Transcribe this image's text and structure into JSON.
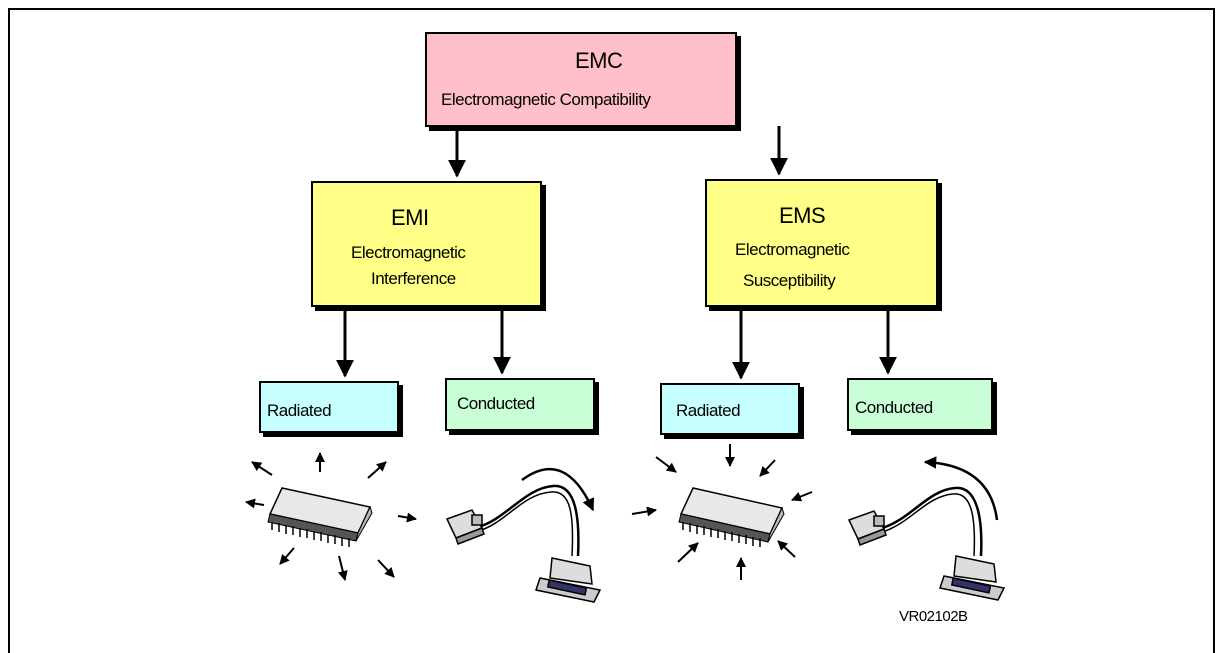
{
  "nodes": {
    "emc": {
      "title": "EMC",
      "subtitle": "Electromagnetic Compatibility",
      "color": "#ffc0cb"
    },
    "emi": {
      "title": "EMI",
      "line1": "Electromagnetic",
      "line2": "Interference",
      "color": "#ffff88"
    },
    "ems": {
      "title": "EMS",
      "line1": "Electromagnetic",
      "line2": "Susceptibility",
      "color": "#ffff88"
    },
    "emi_radiated": {
      "label": "Radiated",
      "color": "#c6ffff"
    },
    "emi_conducted": {
      "label": "Conducted",
      "color": "#c9ffd6"
    },
    "ems_radiated": {
      "label": "Radiated",
      "color": "#c6ffff"
    },
    "ems_conducted": {
      "label": "Conducted",
      "color": "#c9ffd6"
    }
  },
  "edges": [
    {
      "from": "emc",
      "to": "emi"
    },
    {
      "from": "emc",
      "to": "ems"
    },
    {
      "from": "emi",
      "to": "emi_radiated"
    },
    {
      "from": "emi",
      "to": "emi_conducted"
    },
    {
      "from": "ems",
      "to": "ems_radiated"
    },
    {
      "from": "ems",
      "to": "ems_conducted"
    }
  ],
  "illustrations": [
    {
      "icon": "chip-emitting-icon",
      "direction": "outward"
    },
    {
      "icon": "cable-emitting-icon",
      "direction": "outward"
    },
    {
      "icon": "chip-receiving-icon",
      "direction": "inward"
    },
    {
      "icon": "cable-receiving-icon",
      "direction": "inward"
    }
  ],
  "reference_code": "VR02102B"
}
